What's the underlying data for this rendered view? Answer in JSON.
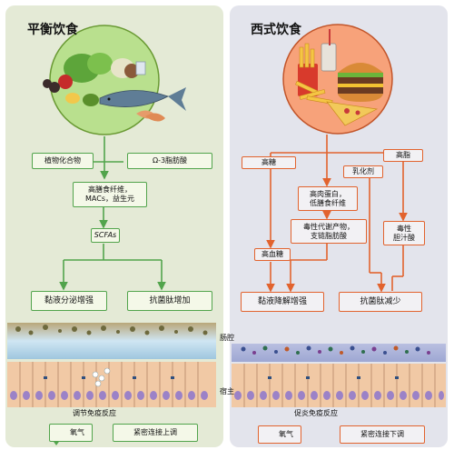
{
  "left": {
    "title": "平衡饮食",
    "boxes": {
      "phytochemicals": "植物化合物",
      "omega3": "Ω-3脂肪酸",
      "fiber": "高膳食纤维，\nMACs，益生元",
      "scfas": "SCFAs",
      "mucus_increase": "黏液分泌增强",
      "amp_increase": "抗菌肽增加",
      "immune": "调节免疫反应"
    },
    "legend": {
      "oxygen": "氧气",
      "tight_junction": "紧密连接上调"
    },
    "colors": {
      "accent": "#52a44c",
      "plate": "#b9e08e"
    }
  },
  "right": {
    "title": "西式饮食",
    "boxes": {
      "high_sugar": "高糖",
      "emulsifier": "乳化剂",
      "high_fat": "高脂",
      "high_protein": "高肉蛋白，\n低膳食纤维",
      "toxic_metabolites": "毒性代谢产物，\n支链脂肪酸",
      "toxic_bile": "毒性\n胆汁酸",
      "hyperglycemia": "高血糖",
      "mucus_degradation": "黏液降解增强",
      "amp_decrease": "抗菌肽减少",
      "immune": "促炎免疫反应"
    },
    "legend": {
      "oxygen": "氧气",
      "tight_junction": "紧密连接下调"
    },
    "colors": {
      "accent": "#e2632e",
      "plate": "#f7a27a"
    }
  },
  "labels": {
    "lumen": "肠腔",
    "host": "宿主"
  }
}
